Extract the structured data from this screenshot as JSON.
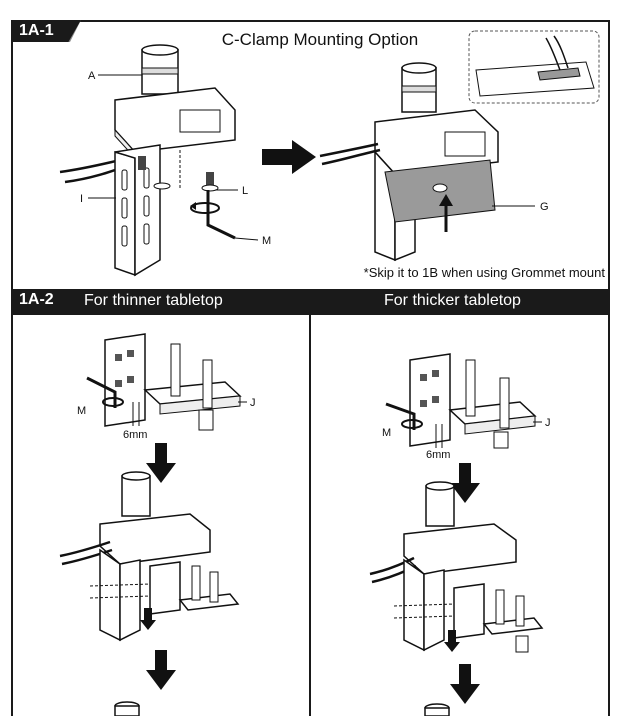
{
  "step_a": {
    "tag": "1A-1",
    "title": "C-Clamp Mounting Option",
    "note": "*Skip it to 1B when using Grommet mount",
    "labels": {
      "a": "A",
      "i": "I",
      "l": "L",
      "m": "M",
      "g": "G"
    }
  },
  "step_b": {
    "tag": "1A-2",
    "left_title": "For thinner tabletop",
    "right_title": "For thicker tabletop",
    "labels": {
      "m_left": "M",
      "j_left": "J",
      "dim_left": "6mm",
      "m_right": "M",
      "j_right": "J",
      "dim_right": "6mm"
    }
  },
  "icons": [
    "arrow-right-icon",
    "arrow-down-icon",
    "hex-key-icon",
    "rotate-icon",
    "pole-icon",
    "clamp-plate-icon",
    "screw-icon"
  ]
}
